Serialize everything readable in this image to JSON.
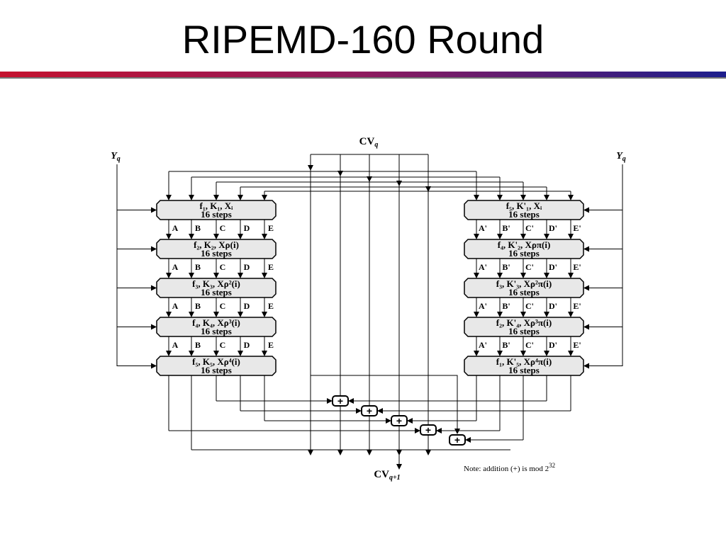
{
  "slide": {
    "title": "RIPEMD-160 Round"
  },
  "diagram": {
    "top_input": "CV",
    "top_input_sub": "q",
    "bottom_output": "CV",
    "bottom_output_sub": "q+1",
    "left_input": "Y",
    "left_input_sub": "q",
    "right_input": "Y",
    "right_input_sub": "q",
    "note": "Note:  addition (+) is mod 2",
    "note_sup": "32",
    "left_boxes": [
      {
        "line1": "f₁, K₁, Xᵢ",
        "line2": "16 steps"
      },
      {
        "line1": "f₂, K₂, Xρ(i)",
        "line2": "16 steps"
      },
      {
        "line1": "f₃, K₃, Xρ²(i)",
        "line2": "16 steps"
      },
      {
        "line1": "f₄, K₄, Xρ³(i)",
        "line2": "16 steps"
      },
      {
        "line1": "f₅, K₅, Xρ⁴(i)",
        "line2": "16 steps"
      }
    ],
    "right_boxes": [
      {
        "line1": "f₅, K'₁, Xᵢ",
        "line2": "16 steps"
      },
      {
        "line1": "f₄, K'₂, Xρπ(i)",
        "line2": "16 steps"
      },
      {
        "line1": "f₃, K'₃, Xρ²π(i)",
        "line2": "16 steps"
      },
      {
        "line1": "f₂, K'₄, Xρ³π(i)",
        "line2": "16 steps"
      },
      {
        "line1": "f₁, K'₅, Xρ⁴π(i)",
        "line2": "16 steps"
      }
    ],
    "left_registers": [
      "A",
      "B",
      "C",
      "D",
      "E"
    ],
    "right_registers": [
      "A'",
      "B'",
      "C'",
      "D'",
      "E'"
    ],
    "adder_symbol": "+"
  }
}
